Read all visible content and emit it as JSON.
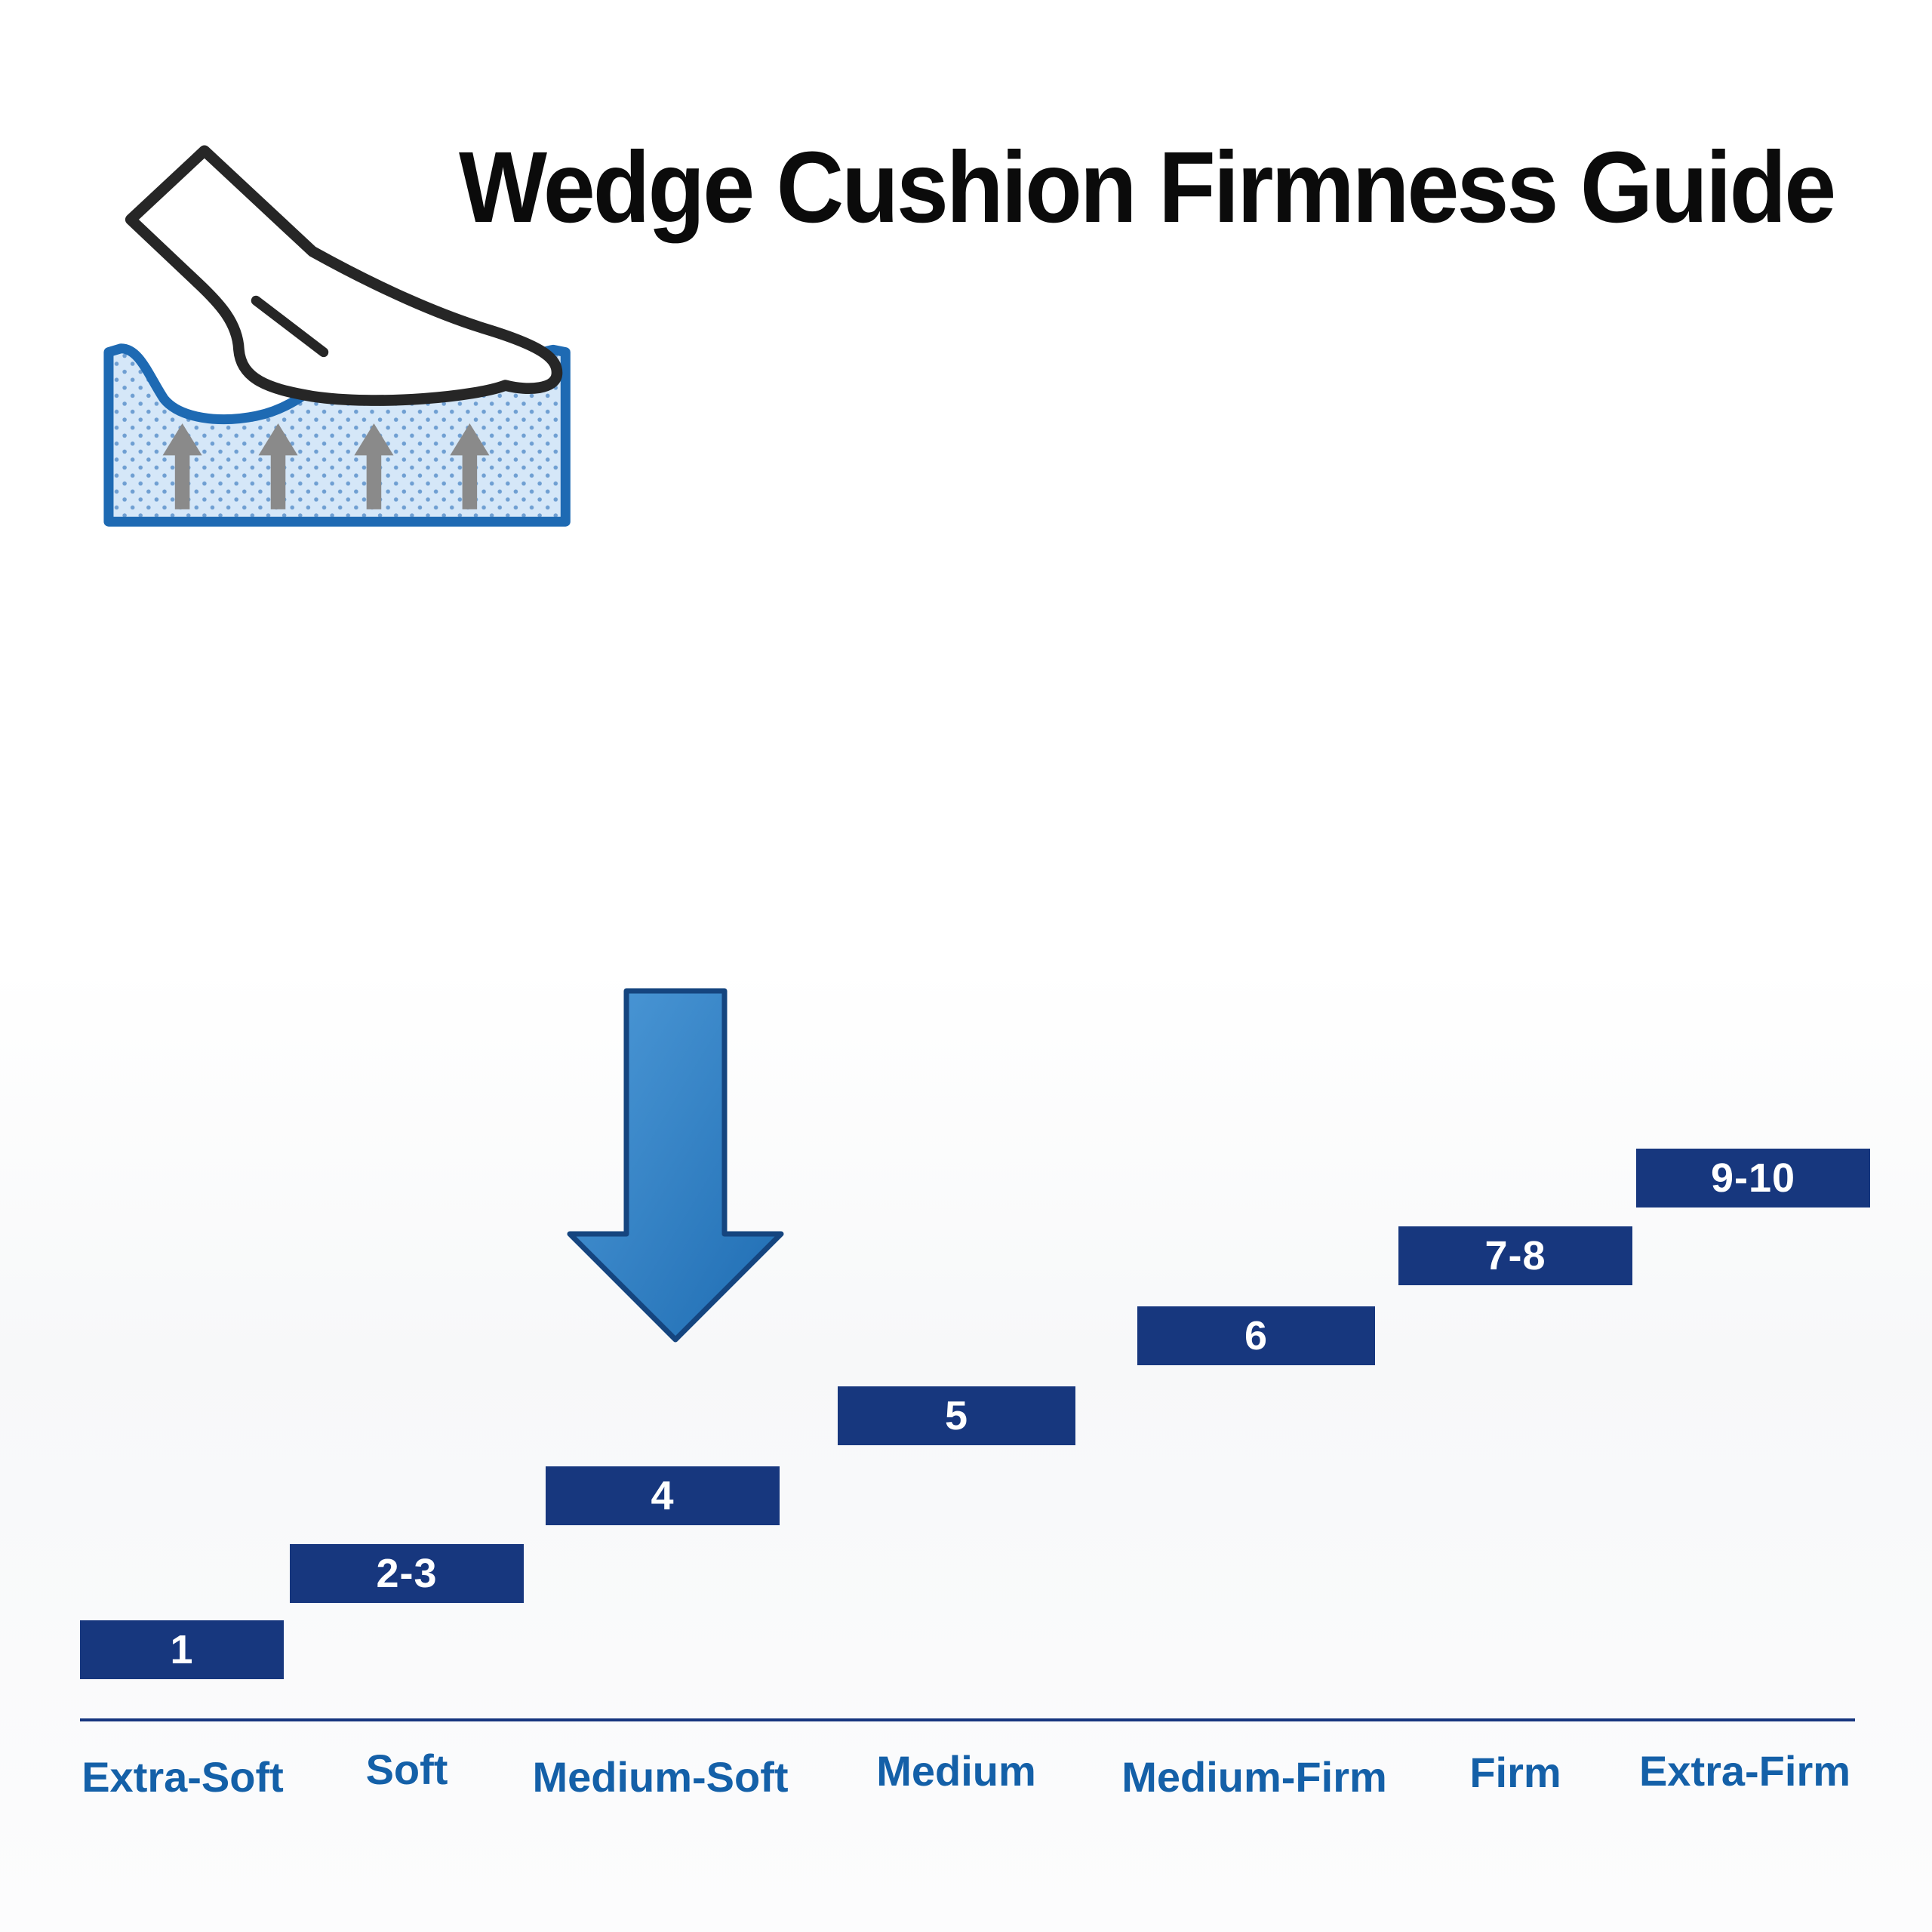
{
  "title": "Wedge Cushion Firmness Guide",
  "icons": {
    "foot_cushion": "foot-pressing-into-cushion-icon",
    "pointer": "down-arrow-pointer-icon"
  },
  "pointer": {
    "points_to_value": "4",
    "points_to_category": "Medium-Soft",
    "fill_color": "#2f81c4",
    "outline_color": "#15457f"
  },
  "chart_data": {
    "type": "bar",
    "subtype": "step-ladder",
    "title": "Wedge Cushion Firmness Guide",
    "categories": [
      "Extra-Soft",
      "Soft",
      "Medium-Soft",
      "Medium",
      "Medium-Firm",
      "Firm",
      "Extra-Firm"
    ],
    "value_labels": [
      "1",
      "2-3",
      "4",
      "5",
      "6",
      "7-8",
      "9-10"
    ],
    "values": [
      1,
      2.5,
      4,
      5,
      6,
      7.5,
      9.5
    ],
    "value_ranges": [
      [
        1,
        1
      ],
      [
        2,
        3
      ],
      [
        4,
        4
      ],
      [
        5,
        5
      ],
      [
        6,
        6
      ],
      [
        7,
        8
      ],
      [
        9,
        10
      ]
    ],
    "scale_range": [
      1,
      10
    ],
    "highlight": {
      "category": "Medium-Soft",
      "value_label": "4"
    },
    "bar_color": "#17377e",
    "bar_text_color": "#ffffff",
    "category_label_color": "#1460a8",
    "axis_line_color": "#16357f",
    "grid": false,
    "legend_position": "none"
  }
}
